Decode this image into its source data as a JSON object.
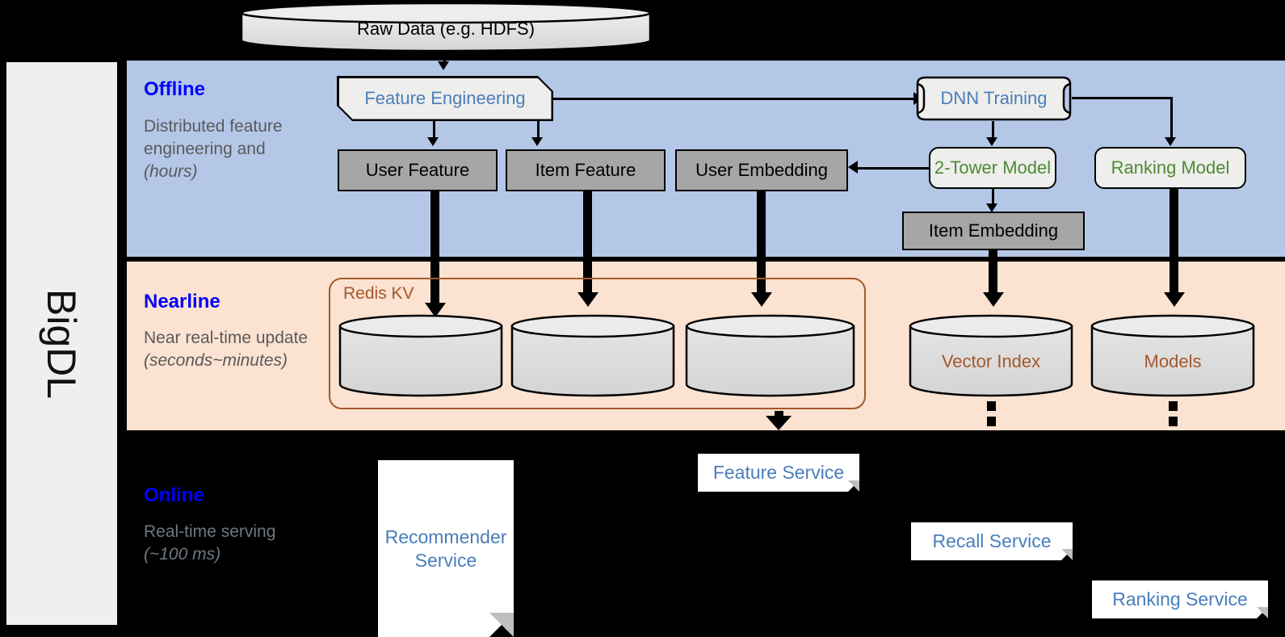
{
  "framework": {
    "name": "BigDL"
  },
  "stages": [
    {
      "id": "offline",
      "title": "Offline",
      "description": "Distributed feature engineering and ",
      "description_italic": "(hours)",
      "band_color": "#b4c7e7"
    },
    {
      "id": "nearline",
      "title": "Nearline",
      "description": "Near real-time update ",
      "description_italic": "(seconds~minutes)",
      "band_color": "#fbe2d1"
    },
    {
      "id": "online",
      "title": "Online",
      "description": "Real-time serving ",
      "description_italic": "(~100 ms)",
      "band_color": "#000000"
    }
  ],
  "nodes": {
    "raw_data": {
      "label": "Raw Data (e.g. HDFS)",
      "shape": "cylinder",
      "fill": "#d9d9d9"
    },
    "feature_engineering": {
      "label": "Feature Engineering",
      "shape": "chamfered-box",
      "text_color": "#4a7ebb"
    },
    "dnn_training": {
      "label": "DNN Training",
      "shape": "bracket-box",
      "text_color": "#4a7ebb"
    },
    "user_feature": {
      "label": "User Feature",
      "shape": "rect",
      "fill": "#a6a6a6"
    },
    "item_feature": {
      "label": "Item Feature",
      "shape": "rect",
      "fill": "#a6a6a6"
    },
    "user_embedding": {
      "label": "User Embedding",
      "shape": "rect",
      "fill": "#a6a6a6"
    },
    "item_embedding": {
      "label": "Item Embedding",
      "shape": "rect",
      "fill": "#a6a6a6"
    },
    "two_tower_model": {
      "label": "2-Tower Model",
      "shape": "rounded-box",
      "text_color": "#4e8a35"
    },
    "ranking_model": {
      "label": "Ranking Model",
      "shape": "rounded-box",
      "text_color": "#4e8a35"
    },
    "redis_kv": {
      "label": "Redis KV",
      "shape": "group-container",
      "border_color": "#a5582a"
    },
    "kv_store_1": {
      "label": "",
      "shape": "cylinder",
      "fill": "#d9d9d9"
    },
    "kv_store_2": {
      "label": "",
      "shape": "cylinder",
      "fill": "#d9d9d9"
    },
    "kv_store_3": {
      "label": "",
      "shape": "cylinder",
      "fill": "#d9d9d9"
    },
    "vector_index": {
      "label": "Vector Index",
      "shape": "cylinder",
      "fill": "#d9d9d9",
      "text_color": "#a5582a"
    },
    "models": {
      "label": "Models",
      "shape": "cylinder",
      "fill": "#d9d9d9",
      "text_color": "#a5582a"
    },
    "recommender_service": {
      "label": "Recommender Service",
      "shape": "document",
      "text_color": "#4a7ebb"
    },
    "feature_service": {
      "label": "Feature Service",
      "shape": "document",
      "text_color": "#4a7ebb"
    },
    "recall_service": {
      "label": "Recall Service",
      "shape": "document",
      "text_color": "#4a7ebb"
    },
    "ranking_service": {
      "label": "Ranking Service",
      "shape": "document",
      "text_color": "#4a7ebb"
    }
  },
  "colors": {
    "offline_band": "#b4c7e7",
    "nearline_band": "#fbe2d1",
    "online_band": "#000000",
    "sidebar": "#efefef",
    "gray_box": "#a6a6a6",
    "light_box": "#eeeeec",
    "blue_text": "#4a7ebb",
    "green_text": "#4e8a35",
    "brown_text": "#a5582a",
    "stage_title": "#0000ff",
    "stage_desc": "#5a5a5a"
  }
}
